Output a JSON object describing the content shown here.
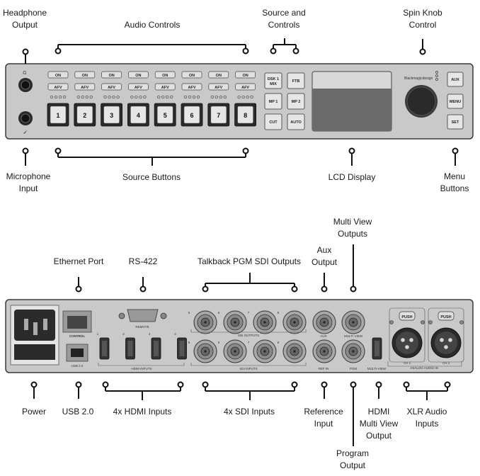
{
  "front": {
    "callouts": {
      "headphone": [
        "Headphone",
        "Output"
      ],
      "audio_controls": "Audio Controls",
      "source_controls": [
        "Source and",
        "Controls"
      ],
      "spin_knob": [
        "Spin Knob",
        "Control"
      ],
      "microphone": [
        "Microphone",
        "Input"
      ],
      "source_buttons": "Source Buttons",
      "lcd": "LCD Display",
      "menu_buttons": [
        "Menu",
        "Buttons"
      ]
    },
    "on_label": "ON",
    "afv_label": "AFV",
    "source_numbers": [
      "1",
      "2",
      "3",
      "4",
      "5",
      "6",
      "7",
      "8"
    ],
    "transition_buttons": [
      {
        "l1": "DSK 1",
        "l2": "MIX"
      },
      {
        "l1": "FTB",
        "l2": ""
      },
      {
        "l1": "MP 1",
        "l2": ""
      },
      {
        "l1": "MP 2",
        "l2": ""
      },
      {
        "l1": "CUT",
        "l2": ""
      },
      {
        "l1": "AUTO",
        "l2": ""
      }
    ],
    "brand": "Blackmagicdesign",
    "menu_keys": [
      "AUX",
      "MENU",
      "SET"
    ]
  },
  "rear": {
    "callouts": {
      "ethernet": "Ethernet Port",
      "rs422": "RS-422",
      "talkback": "Talkback PGM SDI Outputs",
      "aux_out": [
        "Aux",
        "Output"
      ],
      "multiview_out": [
        "Multi View",
        "Outputs"
      ],
      "power": "Power",
      "usb": "USB 2.0",
      "hdmi_in": "4x HDMI Inputs",
      "sdi_in": "4x SDI Inputs",
      "ref_in": [
        "Reference",
        "Input"
      ],
      "hdmi_mv": [
        "HDMI",
        "Multi View",
        "Output"
      ],
      "xlr": [
        "XLR Audio",
        "Inputs"
      ],
      "program_out": [
        "Program",
        "Output"
      ]
    },
    "panel_labels": {
      "control": "CONTROL",
      "usb": "USB 2.0",
      "remote": "REMOTE",
      "hdmi_inputs": "HDMI INPUTS",
      "sdi_outputs": "SDI OUTPUTS",
      "sdi_inputs": "SDI INPUTS",
      "aux": "AUX",
      "multiview": "MULTI VIEW",
      "ref_in": "REF IN",
      "pgm": "PGM",
      "multiview2": "MULTI-VIEW",
      "analog_audio": "ANALOG AUDIO IN",
      "ch1": "CH 1",
      "ch2": "CH 2",
      "push": "PUSH"
    },
    "hdmi_numbers": [
      "1",
      "2",
      "3",
      "4"
    ],
    "sdi_numbers": [
      "5",
      "6",
      "7",
      "8"
    ]
  }
}
